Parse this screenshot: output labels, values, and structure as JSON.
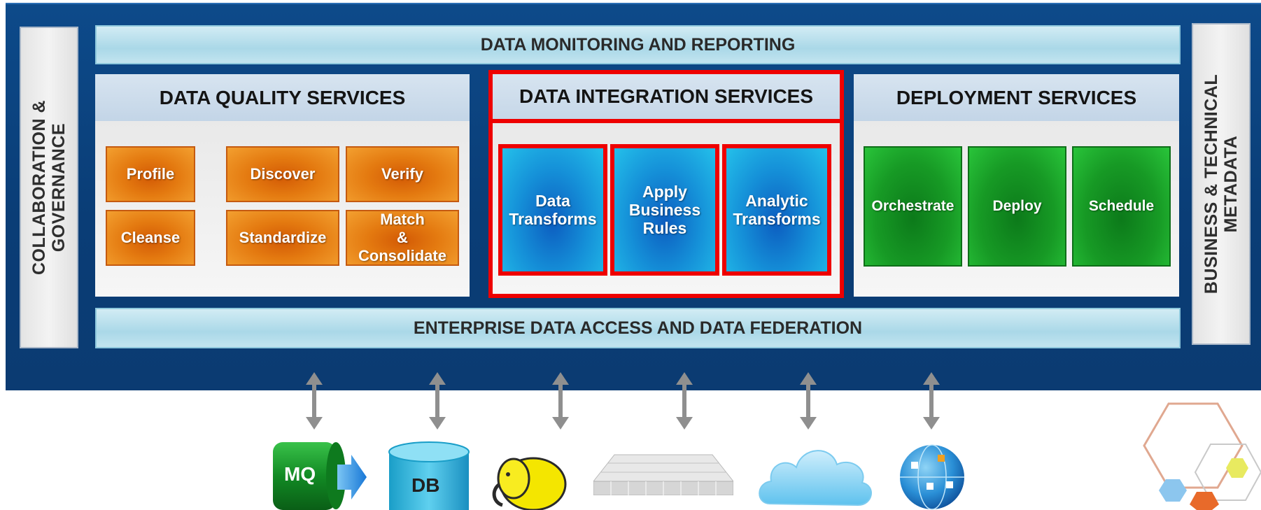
{
  "top_bar": "DATA MONITORING AND REPORTING",
  "bottom_bar": "ENTERPRISE DATA ACCESS AND DATA FEDERATION",
  "left_side": "COLLABORATION &\nGOVERNANCE",
  "right_side": "BUSINESS & TECHNICAL\nMETADATA",
  "quality": {
    "title": "DATA QUALITY SERVICES",
    "items": [
      "Profile",
      "Discover",
      "Verify",
      "Cleanse",
      "Standardize",
      "Match\n&\nConsolidate"
    ]
  },
  "integration": {
    "title": "DATA INTEGRATION SERVICES",
    "items": [
      "Data\nTransforms",
      "Apply\nBusiness\nRules",
      "Analytic\nTransforms"
    ]
  },
  "deployment": {
    "title": "DEPLOYMENT SERVICES",
    "items": [
      "Orchestrate",
      "Deploy",
      "Schedule"
    ]
  },
  "sources": {
    "mq_label": "MQ",
    "db_label": "DB",
    "items": [
      "mq-icon",
      "database-icon",
      "hadoop-elephant-icon",
      "appliance-grid-icon",
      "cloud-icon",
      "globe-social-icon"
    ]
  },
  "colors": {
    "frame": "#0b3f7a",
    "highlight": "#ee0000",
    "quality_tile": "#e47a10",
    "integration_tile": "#1590d8",
    "deployment_tile": "#179a25"
  }
}
